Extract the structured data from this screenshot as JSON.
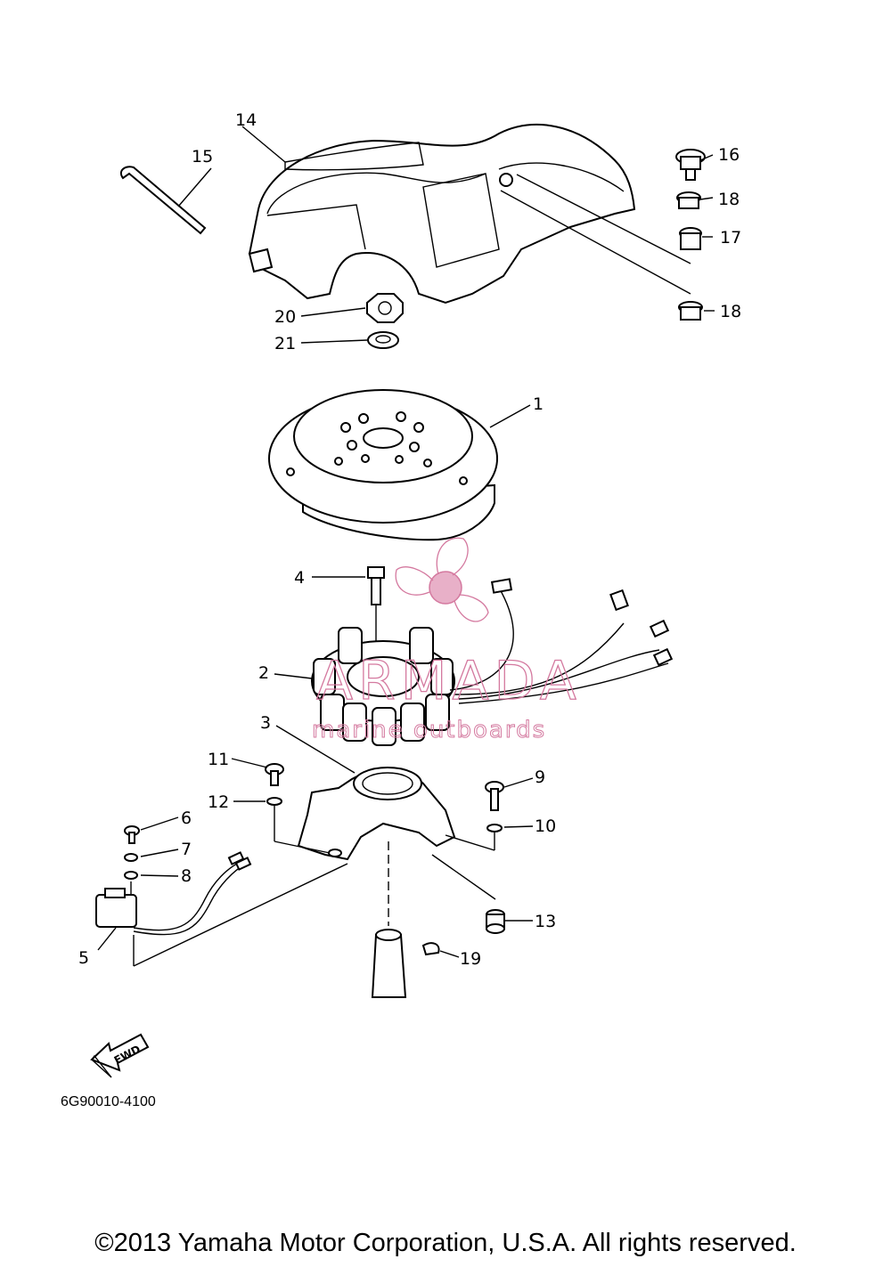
{
  "callouts": [
    "1",
    "2",
    "3",
    "4",
    "5",
    "6",
    "7",
    "8",
    "9",
    "10",
    "11",
    "12",
    "13",
    "14",
    "15",
    "16",
    "17",
    "18",
    "18",
    "19",
    "20",
    "21"
  ],
  "direction_label": "FWD",
  "watermark": {
    "brand": "ARMADA",
    "tagline": "marine outboards",
    "color": "#d4799f"
  },
  "part_code": "6G90010-4100",
  "copyright": "©2013 Yamaha Motor Corporation, U.S.A. All rights reserved."
}
